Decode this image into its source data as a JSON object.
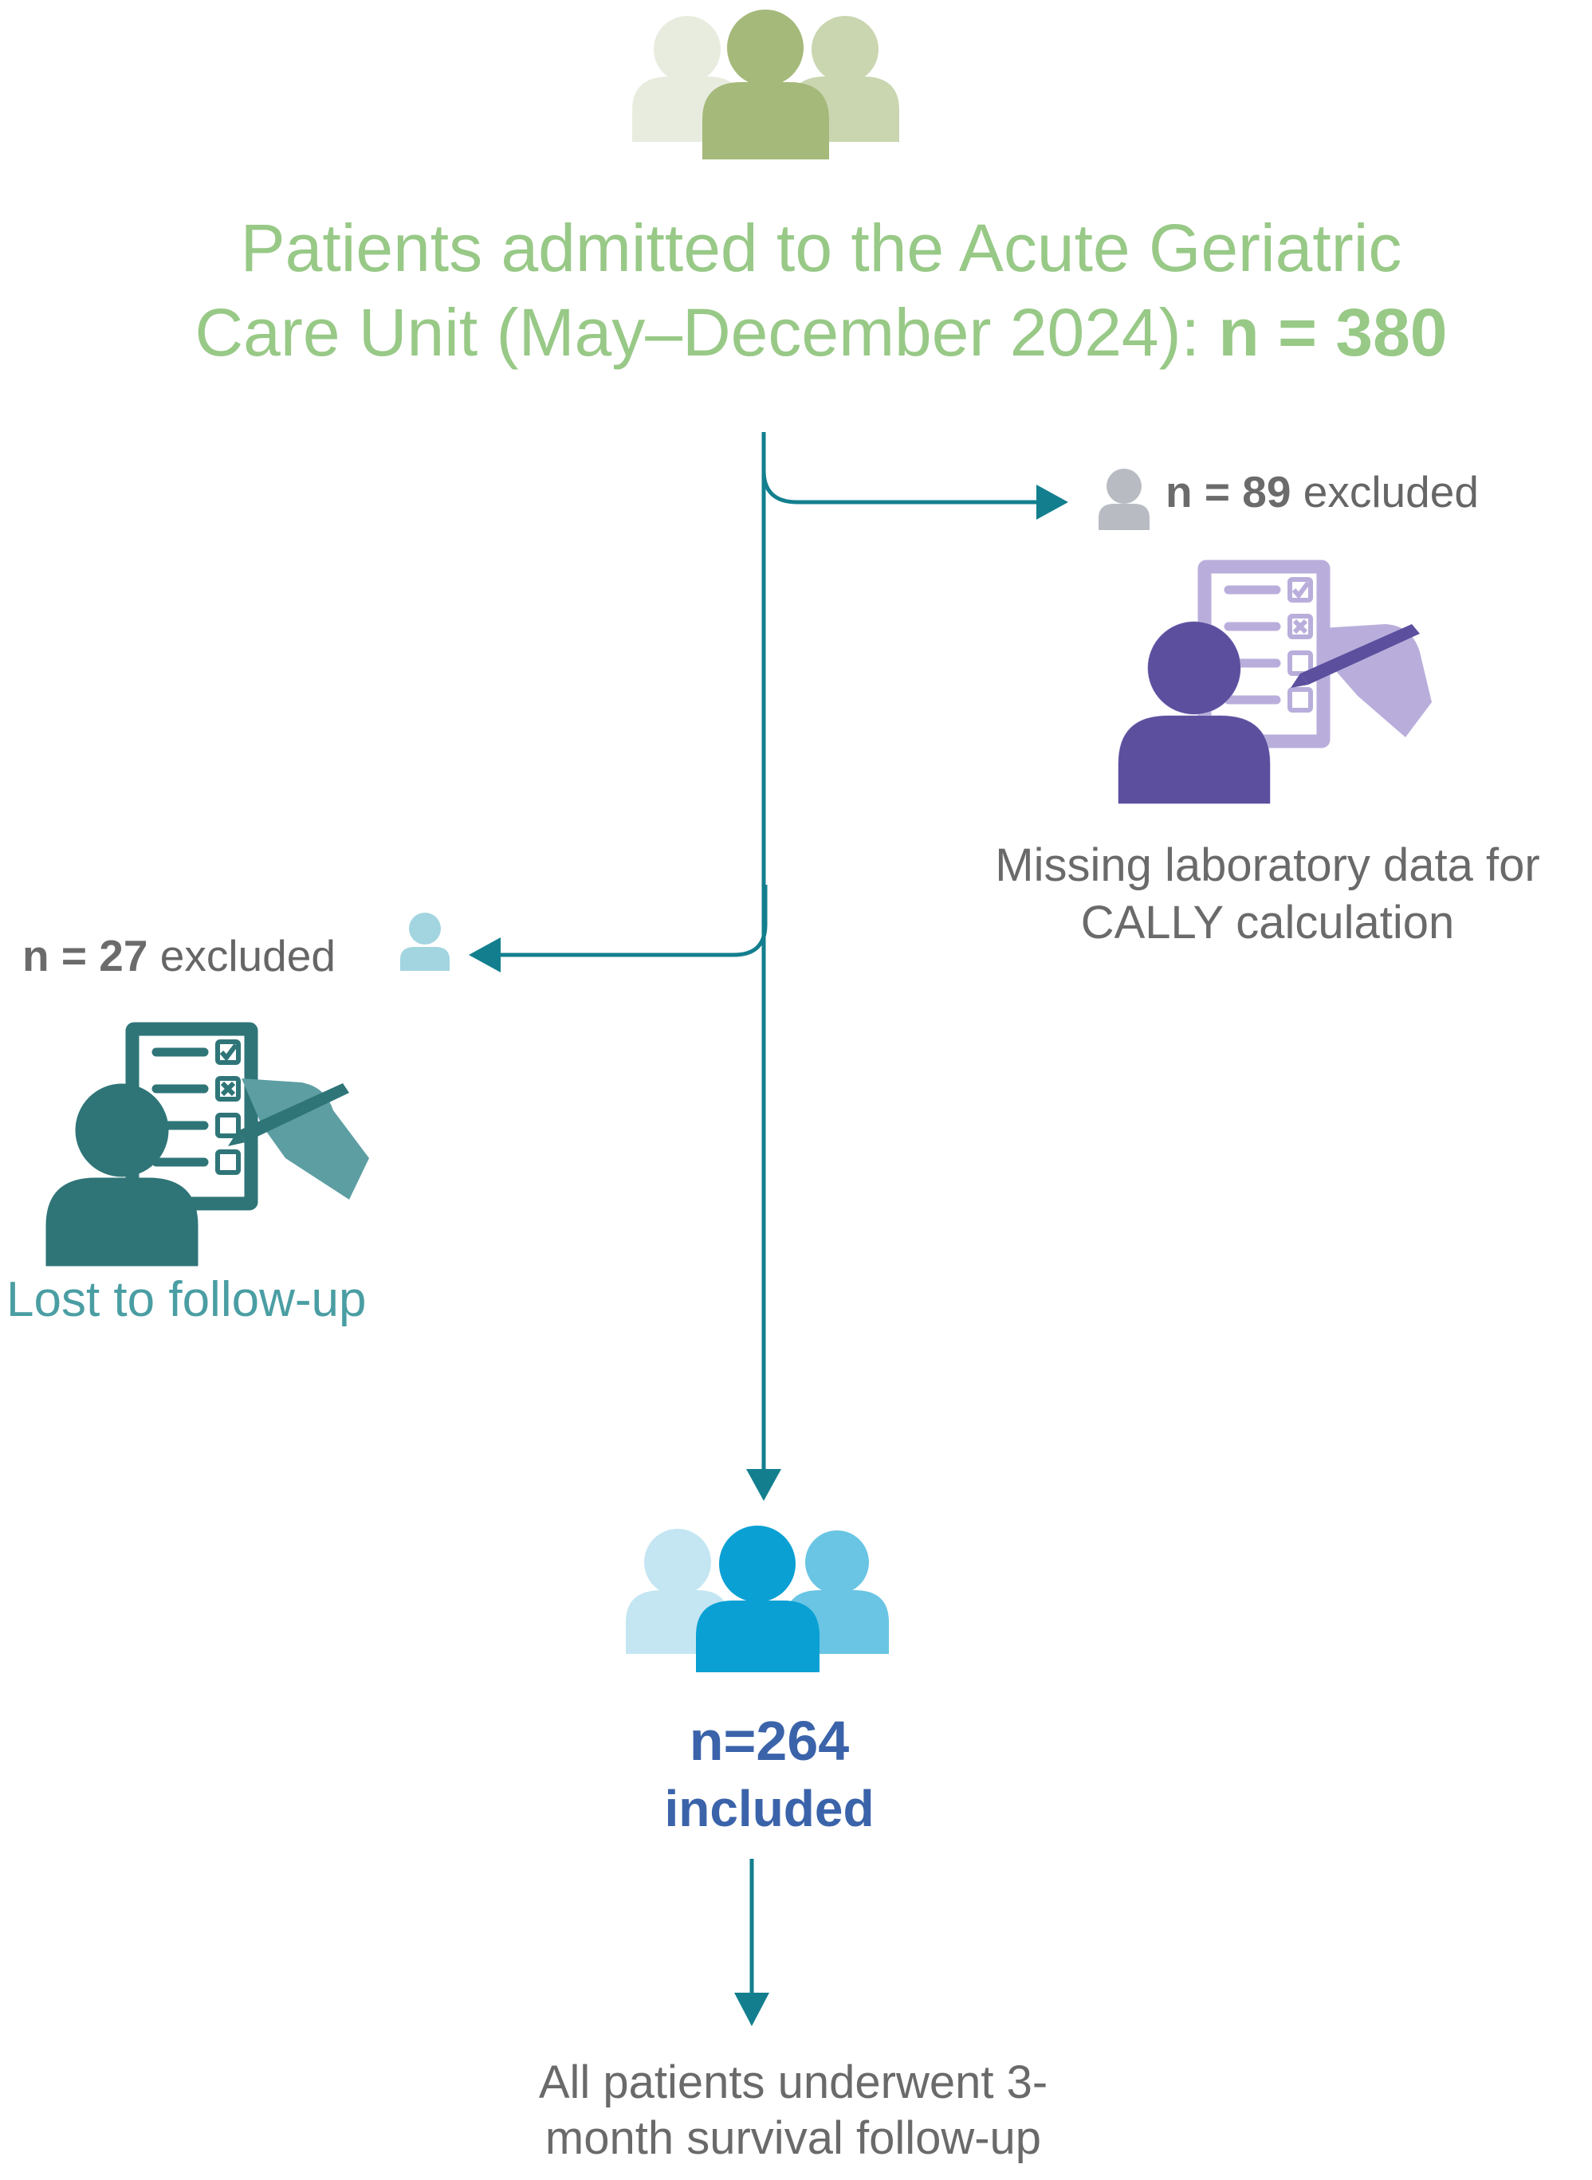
{
  "header": {
    "title_line1": "Patients admitted to the Acute Geriatric",
    "title_line2_prefix": "Care Unit (May–December 2024): ",
    "title_count": "n = 380"
  },
  "exclusion_right": {
    "count": "n = 89",
    "suffix": " excluded",
    "reason_line1": "Missing laboratory data for",
    "reason_line2": "CALLY calculation"
  },
  "exclusion_left": {
    "count": "n = 27",
    "suffix": " excluded",
    "reason": "Lost to follow-up"
  },
  "included": {
    "count": "n=264",
    "label": "included"
  },
  "followup": {
    "line1": "All  patients underwent 3-",
    "line2": "month survival follow-up"
  },
  "colors": {
    "title_green": "#98c987",
    "arrow_teal": "#137f8e",
    "purple": "#5b4f9e",
    "lavender": "#b9aedb",
    "dark_teal": "#2f7578",
    "included_blue": "#3a63aa",
    "cyan": "#0aa0d4"
  },
  "icons": [
    "group-icon-top",
    "person-icon-grey",
    "survey-person-icon-purple",
    "person-icon-lightblue",
    "survey-person-icon-teal",
    "group-icon-bottom"
  ]
}
